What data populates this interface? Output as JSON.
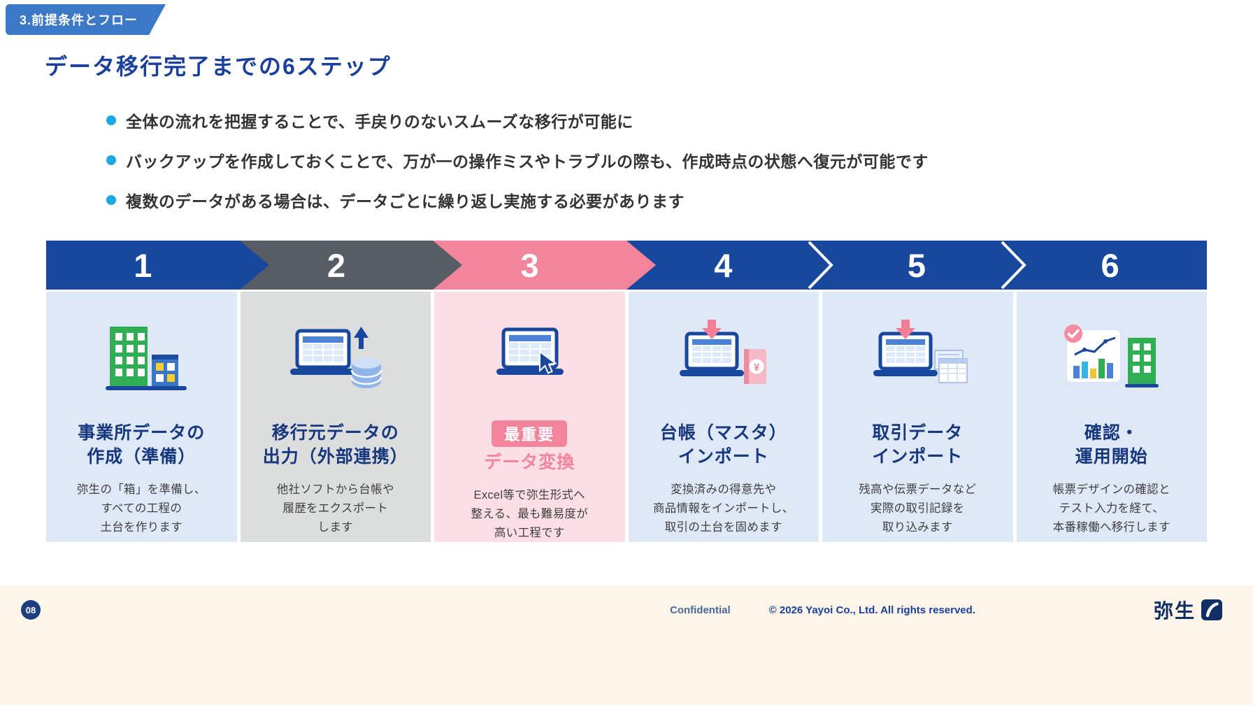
{
  "slide": {
    "section_tab": "3.前提条件とフロー",
    "title": "データ移行完了までの6ステップ",
    "bullets": [
      "全体の流れを把握することで、手戻りのないスムーズな移行が可能に",
      "バックアップを作成しておくことで、万が一の操作ミスやトラブルの際も、作成時点の状態へ復元が可能です",
      "複数のデータがある場合は、データごとに繰り返し実施する必要があります"
    ]
  },
  "steps": [
    {
      "number": "1",
      "title": "事業所データの\n作成（準備）",
      "body": "弥生の「箱」を準備し、\nすべての工程の\n土台を作ります"
    },
    {
      "number": "2",
      "title": "移行元データの\n出力（外部連携）",
      "body": "他社ソフトから台帳や\n履歴をエクスポート\nします"
    },
    {
      "number": "3",
      "badge": "最重要",
      "title": "データ変換",
      "body": "Excel等で弥生形式へ\n整える、最も難易度が\n高い工程です"
    },
    {
      "number": "4",
      "title": "台帳（マスタ）\nインポート",
      "body": "変換済みの得意先や\n商品情報をインポートし、\n取引の土台を固めます"
    },
    {
      "number": "5",
      "title": "取引データ\nインポート",
      "body": "残高や伝票データなど\n実際の取引記録を\n取り込みます"
    },
    {
      "number": "6",
      "title": "確認・\n運用開始",
      "body": "帳票デザインの確認と\nテスト入力を経て、\n本番稼働へ移行します"
    }
  ],
  "icons": {
    "yen": "¥"
  },
  "footer": {
    "page_number": "08",
    "confidential": "Confidential",
    "copyright": "© 2026 Yayoi Co., Ltd.  All rights reserved.",
    "logo_text": "弥生"
  },
  "colors": {
    "navy": "#17489e",
    "dark_gray": "#565d64",
    "pink": "#f2849b",
    "light_blue_card": "#dfe8f7",
    "light_gray_card": "#dcdddd",
    "light_pink_card": "#fbdee6",
    "bullet_cyan": "#1aa7e2",
    "footer_bg": "#fcf5e8",
    "tab_blue": "#3b78c6"
  }
}
